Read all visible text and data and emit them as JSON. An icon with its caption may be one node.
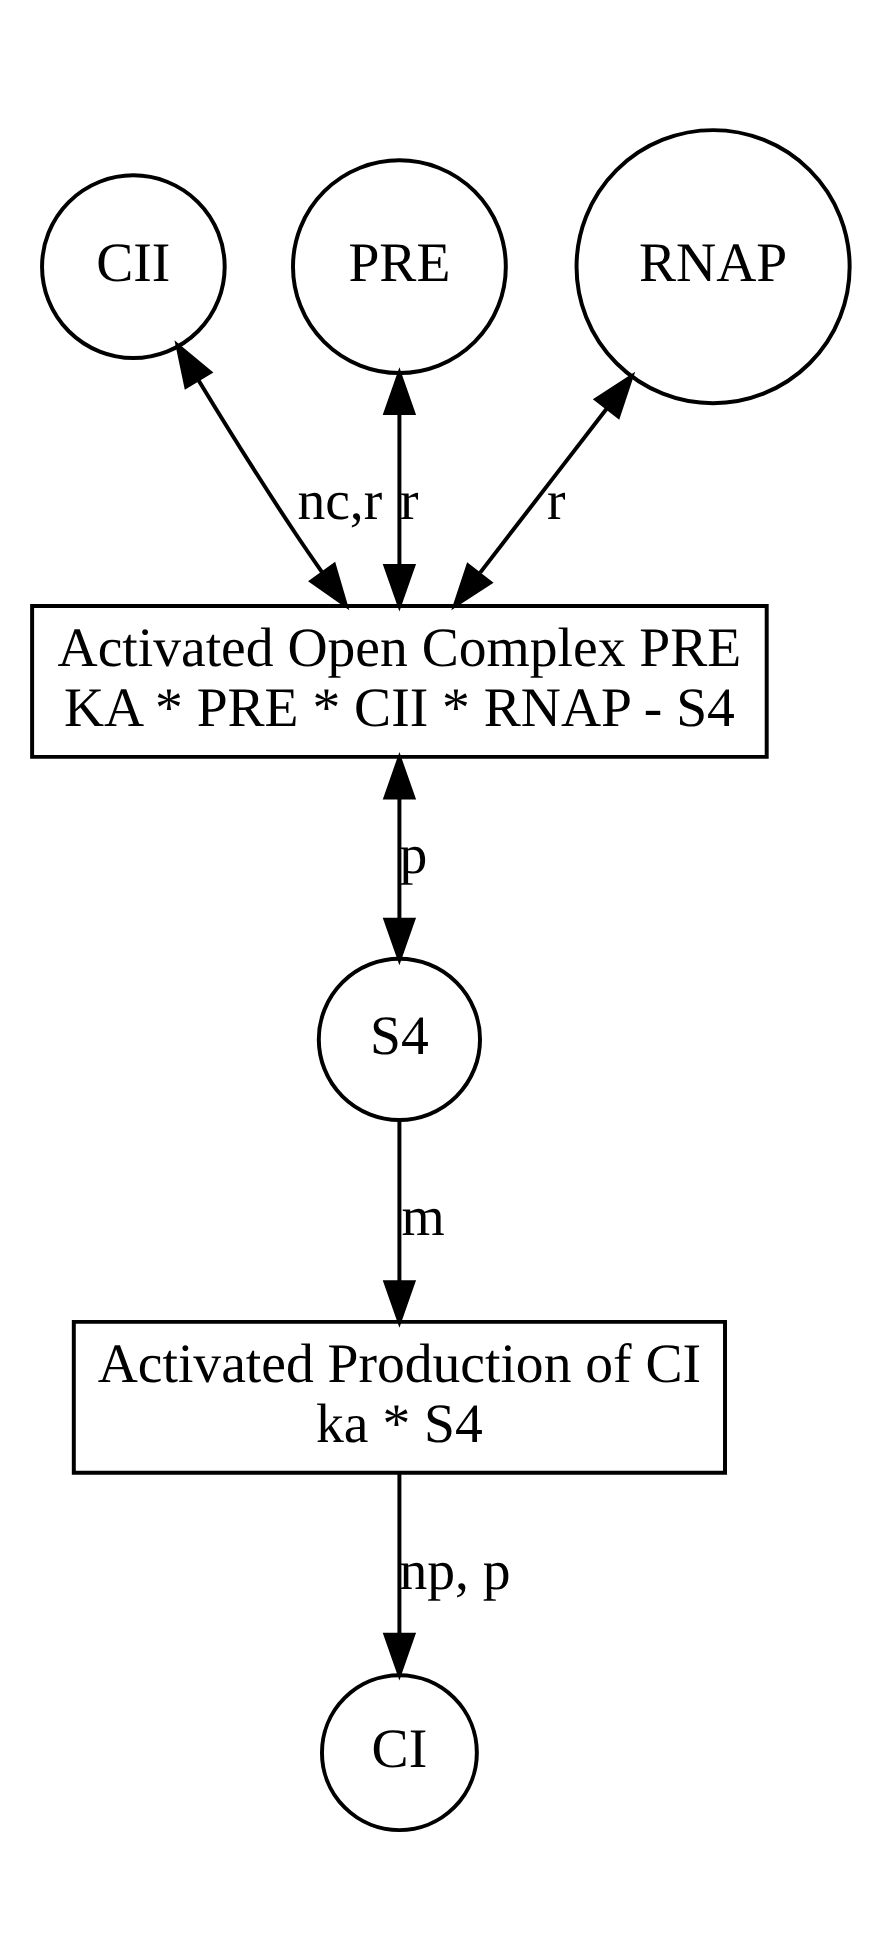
{
  "diagram": {
    "nodes": [
      {
        "text": [
          "CII"
        ]
      },
      {
        "text": [
          "PRE"
        ]
      },
      {
        "text": [
          "RNAP"
        ]
      },
      {
        "text": [
          "Activated Open Complex PRE",
          "KA * PRE * CII * RNAP - S4"
        ]
      },
      {
        "text": [
          "S4"
        ]
      },
      {
        "text": [
          "Activated Production of CI",
          "ka * S4"
        ]
      },
      {
        "text": [
          "CI"
        ]
      }
    ],
    "edges": [
      {
        "from": 0,
        "to": 3,
        "arrow": "both",
        "label": "nc,r"
      },
      {
        "from": 1,
        "to": 3,
        "arrow": "both",
        "label": "r"
      },
      {
        "from": 2,
        "to": 3,
        "arrow": "both",
        "label": "r"
      },
      {
        "from": 3,
        "to": 4,
        "arrow": "both",
        "label": "p"
      },
      {
        "from": 4,
        "to": 5,
        "arrow": "to",
        "label": "m"
      },
      {
        "from": 5,
        "to": 6,
        "arrow": "to",
        "label": "np, p"
      }
    ]
  }
}
